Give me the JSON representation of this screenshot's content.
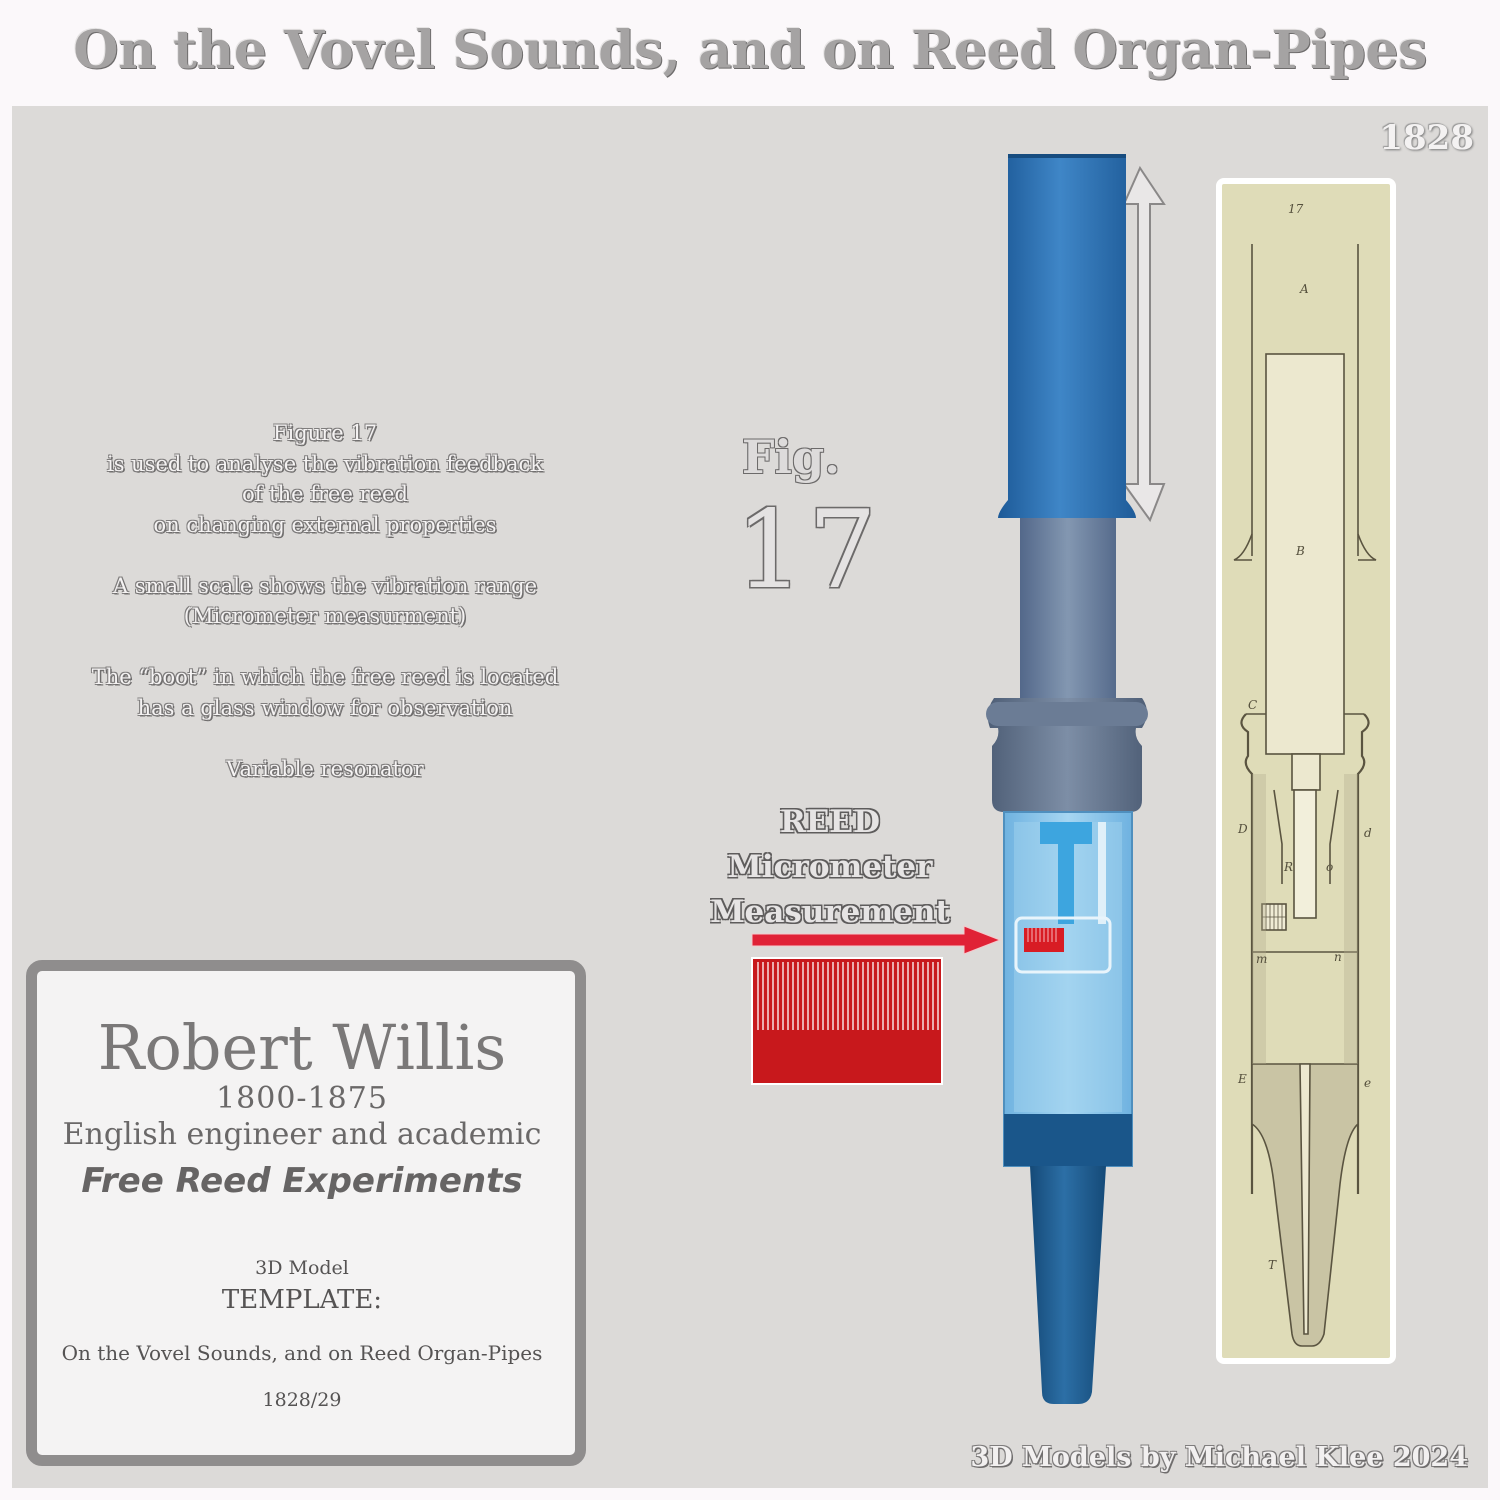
{
  "title": "On the Vovel Sounds, and on Reed Organ-Pipes",
  "year": "1828",
  "description": [
    "Figure 17",
    "is used to analyse the vibration feedback",
    "of the free reed",
    "on changing external properties",
    "",
    "A small scale shows the vibration range",
    "(Micrometer measurment)",
    "",
    "The “boot” in which the free reed is located",
    "has a glass window for observation",
    "",
    "Variable resonator"
  ],
  "figure": {
    "label": "Fig.",
    "number": "17"
  },
  "reed_label": [
    "REED",
    "Micrometer",
    "Measurement"
  ],
  "card": {
    "name": "Robert Willis",
    "dates": "1800-1875",
    "role": "English engineer and academic",
    "experiments": "Free Reed Experiments",
    "model_line": "3D Model",
    "template_line": "TEMPLATE:",
    "reference": "On the Vovel Sounds, and on Reed Organ-Pipes",
    "ref_year": "1828/29"
  },
  "credit": "3D Models by Michael Klee 2024",
  "engraving_labels": {
    "fig": "17",
    "a": "A",
    "b": "B",
    "c": "C",
    "d_left": "D",
    "d_right": "d",
    "r": "R",
    "o": "o",
    "m": "m",
    "n": "n",
    "e_left": "E",
    "e_right": "e",
    "t": "T"
  },
  "colors": {
    "resonator": "#2f6fad",
    "boot_glass": "#8cc6e9",
    "collar": "#6d7f96",
    "nozzle": "#1f5a8c",
    "micrometer": "#c8181c",
    "arrow": "#e02236",
    "engraving_paper": "#dfdcb8"
  }
}
